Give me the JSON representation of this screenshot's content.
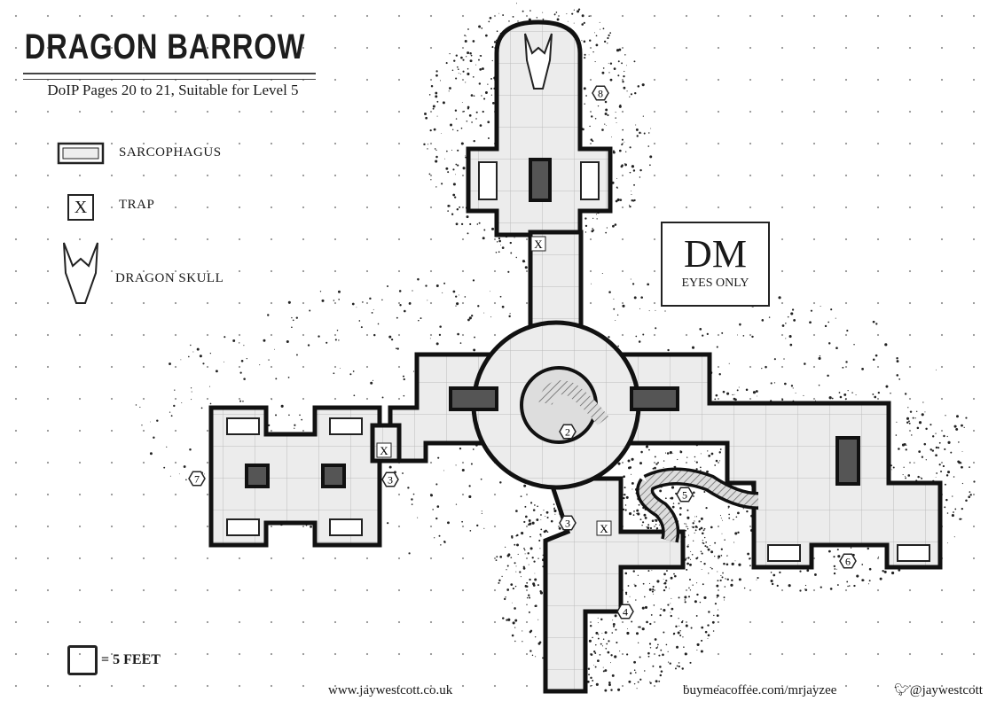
{
  "header": {
    "title": "DRAGON BARROW",
    "subtitle": "DoIP Pages 20 to 21, Suitable for Level 5"
  },
  "legend": [
    {
      "icon": "sarcophagus-icon",
      "label": "SARCOPHAGUS"
    },
    {
      "icon": "trap-icon",
      "label": "TRAP",
      "symbol": "X"
    },
    {
      "icon": "dragon-skull-icon",
      "label": "DRAGON SKULL"
    }
  ],
  "dm_badge": {
    "big": "DM",
    "small": "EYES ONLY"
  },
  "scale": {
    "label": "= 5 FEET"
  },
  "room_labels": [
    "8",
    "2",
    "3",
    "3",
    "4",
    "5",
    "6",
    "7"
  ],
  "trap_symbol": "X",
  "footer": {
    "website": "www.jaywestcott.co.uk",
    "coffee": "buymeacoffee.com/mrjayzee",
    "twitter": "@jaywestcott",
    "twitter_icon": "twitter-bird-icon"
  }
}
